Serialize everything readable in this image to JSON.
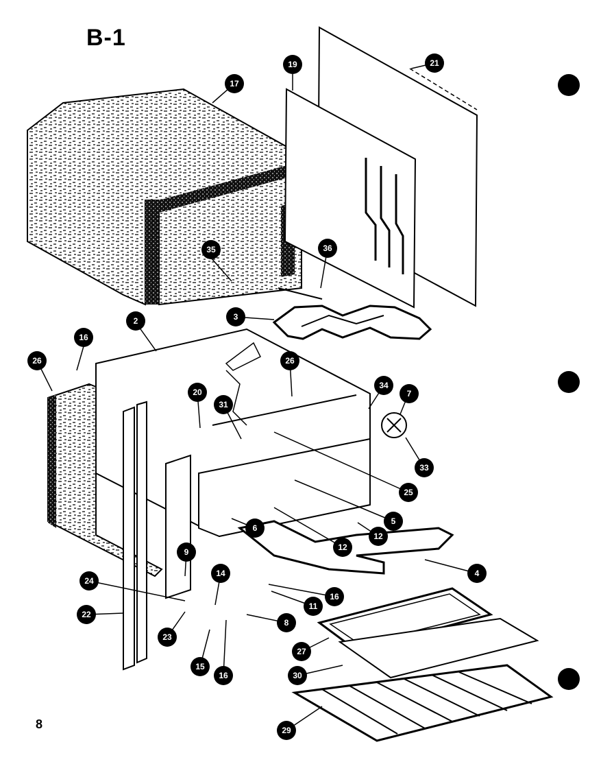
{
  "diagram": {
    "title": "B-1",
    "page_number": "8",
    "parts": [
      {
        "id": "p17",
        "number": "17"
      },
      {
        "id": "p19",
        "number": "19"
      },
      {
        "id": "p21",
        "number": "21"
      },
      {
        "id": "p35",
        "number": "35"
      },
      {
        "id": "p36",
        "number": "36"
      },
      {
        "id": "p3",
        "number": "3"
      },
      {
        "id": "p2",
        "number": "2"
      },
      {
        "id": "p16a",
        "number": "16"
      },
      {
        "id": "p26a",
        "number": "26"
      },
      {
        "id": "p26b",
        "number": "26"
      },
      {
        "id": "p20",
        "number": "20"
      },
      {
        "id": "p31",
        "number": "31"
      },
      {
        "id": "p34",
        "number": "34"
      },
      {
        "id": "p7",
        "number": "7"
      },
      {
        "id": "p33",
        "number": "33"
      },
      {
        "id": "p25",
        "number": "25"
      },
      {
        "id": "p5",
        "number": "5"
      },
      {
        "id": "p12a",
        "number": "12"
      },
      {
        "id": "p12b",
        "number": "12"
      },
      {
        "id": "p6",
        "number": "6"
      },
      {
        "id": "p4",
        "number": "4"
      },
      {
        "id": "p9",
        "number": "9"
      },
      {
        "id": "p14",
        "number": "14"
      },
      {
        "id": "p16b",
        "number": "16"
      },
      {
        "id": "p11",
        "number": "11"
      },
      {
        "id": "p24",
        "number": "24"
      },
      {
        "id": "p8",
        "number": "8"
      },
      {
        "id": "p22",
        "number": "22"
      },
      {
        "id": "p23",
        "number": "23"
      },
      {
        "id": "p15",
        "number": "15"
      },
      {
        "id": "p16c",
        "number": "16"
      },
      {
        "id": "p27",
        "number": "27"
      },
      {
        "id": "p30",
        "number": "30"
      },
      {
        "id": "p29",
        "number": "29"
      }
    ]
  }
}
